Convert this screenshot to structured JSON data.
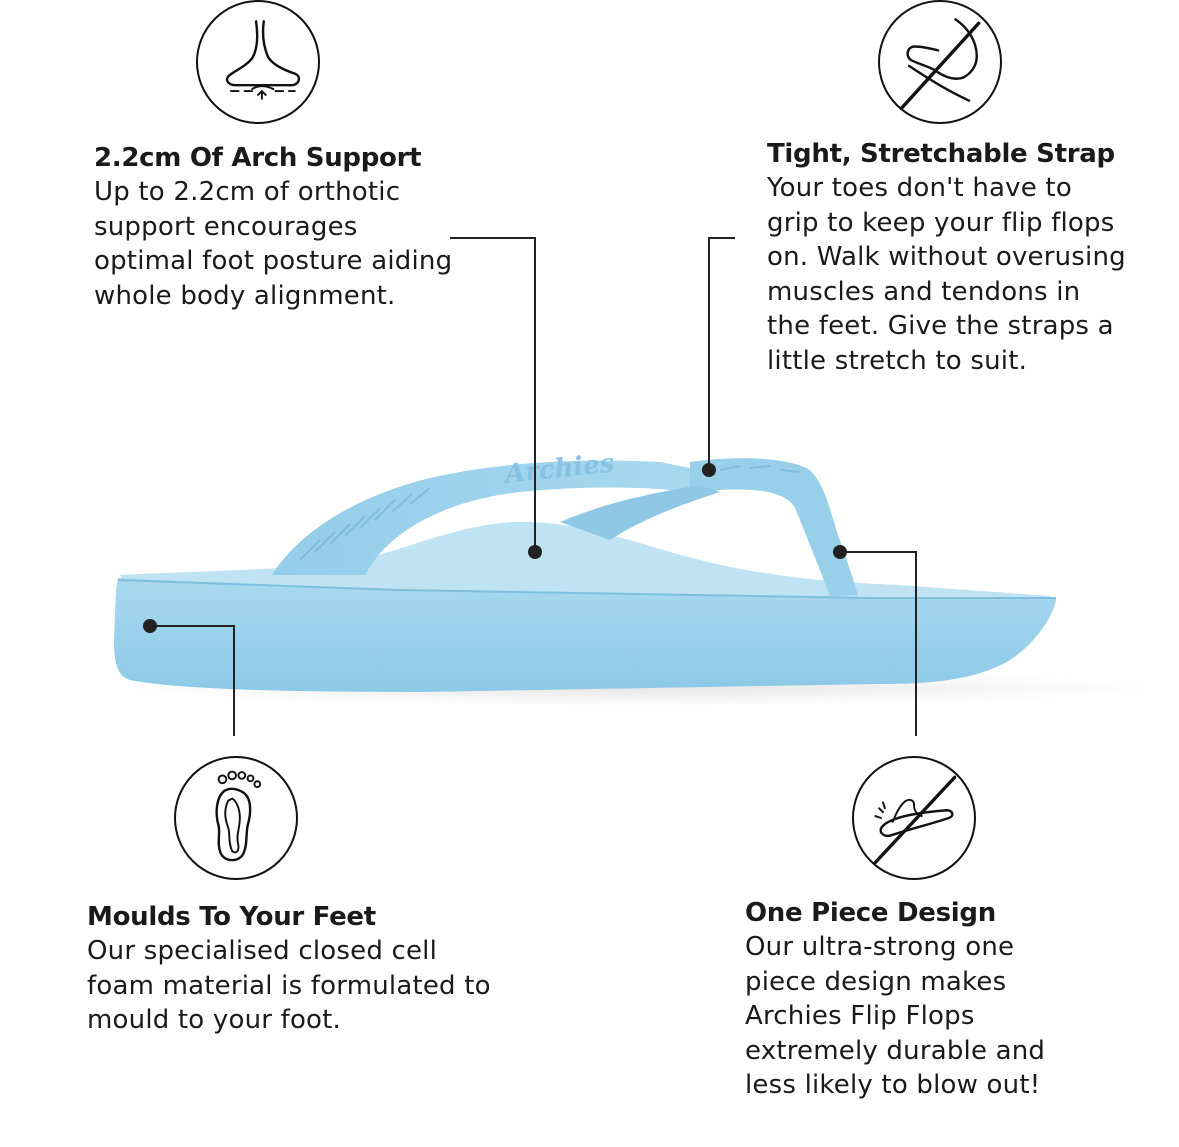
{
  "features": {
    "arch": {
      "title": "2.2cm Of Arch Support",
      "body": "Up to 2.2cm of orthotic support encourages optimal foot posture aiding whole body alignment.",
      "icon": "foot-arch-icon"
    },
    "strap": {
      "title": "Tight, Stretchable Strap",
      "body": "Your toes don't have to grip to keep your flip flops on. Walk without overusing muscles and tendons in the feet. Give the straps a little stretch to suit.",
      "icon": "no-toe-grip-icon"
    },
    "moulds": {
      "title": "Moulds To Your Feet",
      "body": "Our specialised closed cell foam material is formulated to mould to your foot.",
      "icon": "footprint-icon"
    },
    "onepiece": {
      "title": "One Piece Design",
      "body": "Our ultra-strong one piece design makes Archies Flip Flops extremely durable and less likely to blow out!",
      "icon": "no-blowout-icon"
    }
  },
  "product": {
    "brand_embossing": "Archies",
    "color": "#9fd3ec"
  }
}
